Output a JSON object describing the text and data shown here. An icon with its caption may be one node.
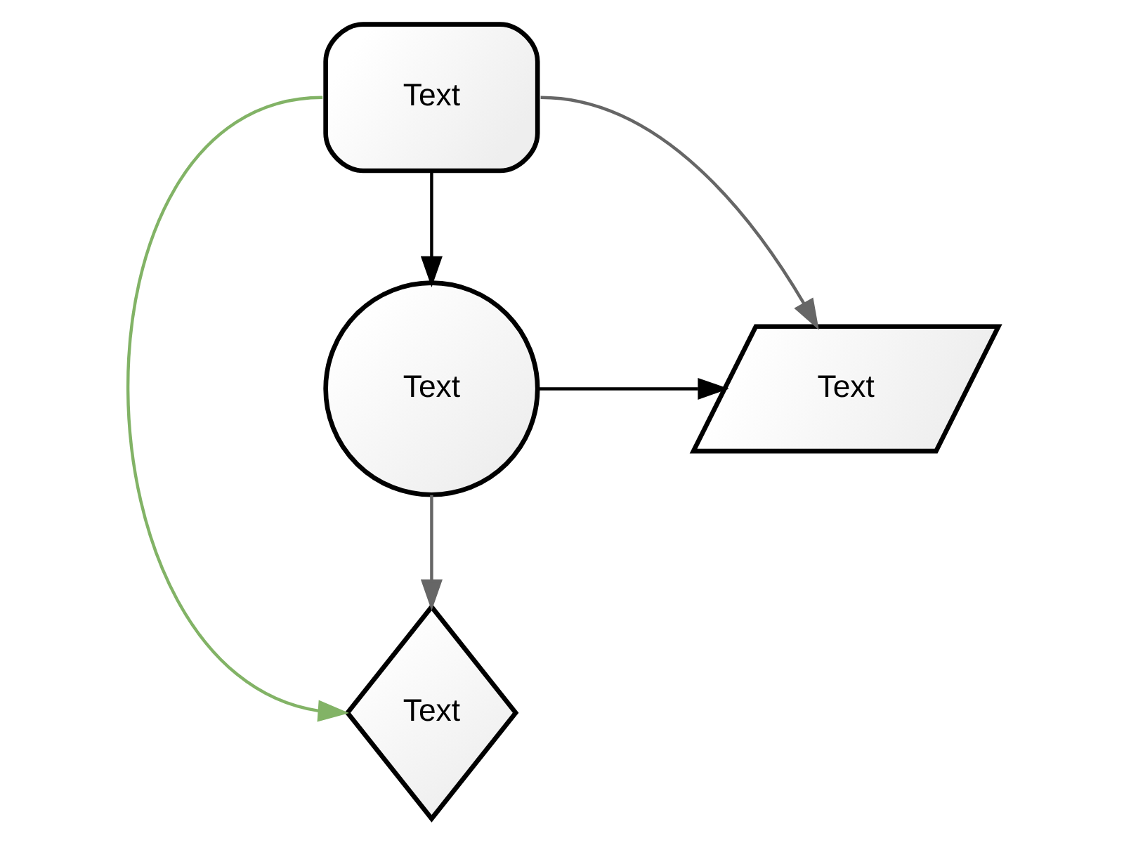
{
  "diagram": {
    "nodes": [
      {
        "text": [
          "Text"
        ]
      },
      {
        "text": [
          "Text"
        ]
      },
      {
        "text": [
          "Text"
        ]
      },
      {
        "text": [
          "Text"
        ]
      }
    ],
    "edges": [
      {
        "from": 0,
        "to": 1,
        "arrow": "to"
      },
      {
        "from": 0,
        "to": 2,
        "arrow": "to",
        "color": "#666666"
      },
      {
        "from": 1,
        "to": 2,
        "arrow": "to"
      },
      {
        "from": 1,
        "to": 3,
        "arrow": "to",
        "color": "#666666"
      },
      {
        "from": 0,
        "to": 3,
        "arrow": "to",
        "color": "#82b366"
      }
    ]
  }
}
